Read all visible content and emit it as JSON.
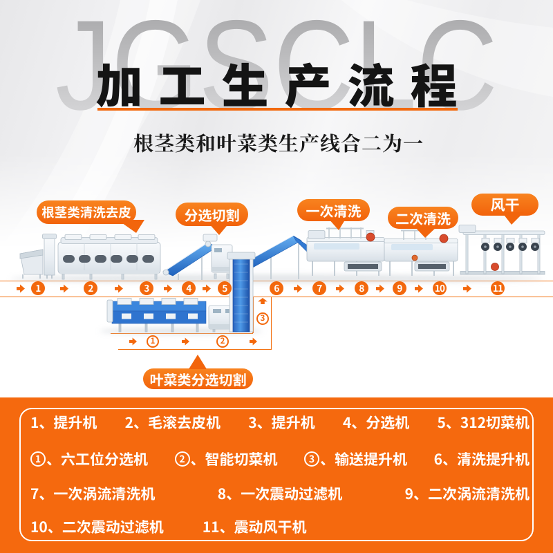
{
  "header": {
    "watermark": "JGSCLC",
    "title": "加工生产流程",
    "subtitle": "根茎类和叶菜类生产线合二为一"
  },
  "colors": {
    "accent_orange": "#f5690e",
    "title_black": "#141414",
    "machine_blue": "#2f74cf",
    "steel_gray": "#e8eef3",
    "text_white": "#ffffff"
  },
  "diagram": {
    "machine_labels": [
      {
        "text": "根茎类清洗去皮"
      },
      {
        "text": "分选切割"
      },
      {
        "text": "一次清洗"
      },
      {
        "text": "二次清洗"
      },
      {
        "text": "风干"
      },
      {
        "text": "叶菜类分选切割"
      }
    ],
    "main_flow_steps": [
      "1",
      "2",
      "3",
      "4",
      "5",
      "6",
      "7",
      "8",
      "9",
      "10",
      "11"
    ],
    "sub_flow_steps": [
      "1",
      "2"
    ],
    "transfer_step": "3"
  },
  "legend": {
    "separator": "、",
    "rows": [
      {
        "items": [
          {
            "num": "1",
            "circled": false,
            "label": "提升机"
          },
          {
            "num": "2",
            "circled": false,
            "label": "毛滚去皮机"
          },
          {
            "num": "3",
            "circled": false,
            "label": "提升机"
          },
          {
            "num": "4",
            "circled": false,
            "label": "分选机"
          },
          {
            "num": "5",
            "circled": false,
            "label": "312切菜机"
          }
        ]
      },
      {
        "items": [
          {
            "num": "1",
            "circled": true,
            "label": "六工位分选机"
          },
          {
            "num": "2",
            "circled": true,
            "label": "智能切菜机"
          },
          {
            "num": "3",
            "circled": true,
            "label": "输送提升机"
          },
          {
            "num": "6",
            "circled": false,
            "label": "清洗提升机"
          }
        ]
      },
      {
        "items": [
          {
            "num": "7",
            "circled": false,
            "label": "一次涡流清洗机"
          },
          {
            "num": "8",
            "circled": false,
            "label": "一次震动过滤机"
          },
          {
            "num": "9",
            "circled": false,
            "label": "二次涡流清洗机"
          }
        ]
      },
      {
        "items": [
          {
            "num": "10",
            "circled": false,
            "label": "二次震动过滤机"
          },
          {
            "num": "11",
            "circled": false,
            "label": "震动风干机"
          }
        ]
      }
    ]
  }
}
